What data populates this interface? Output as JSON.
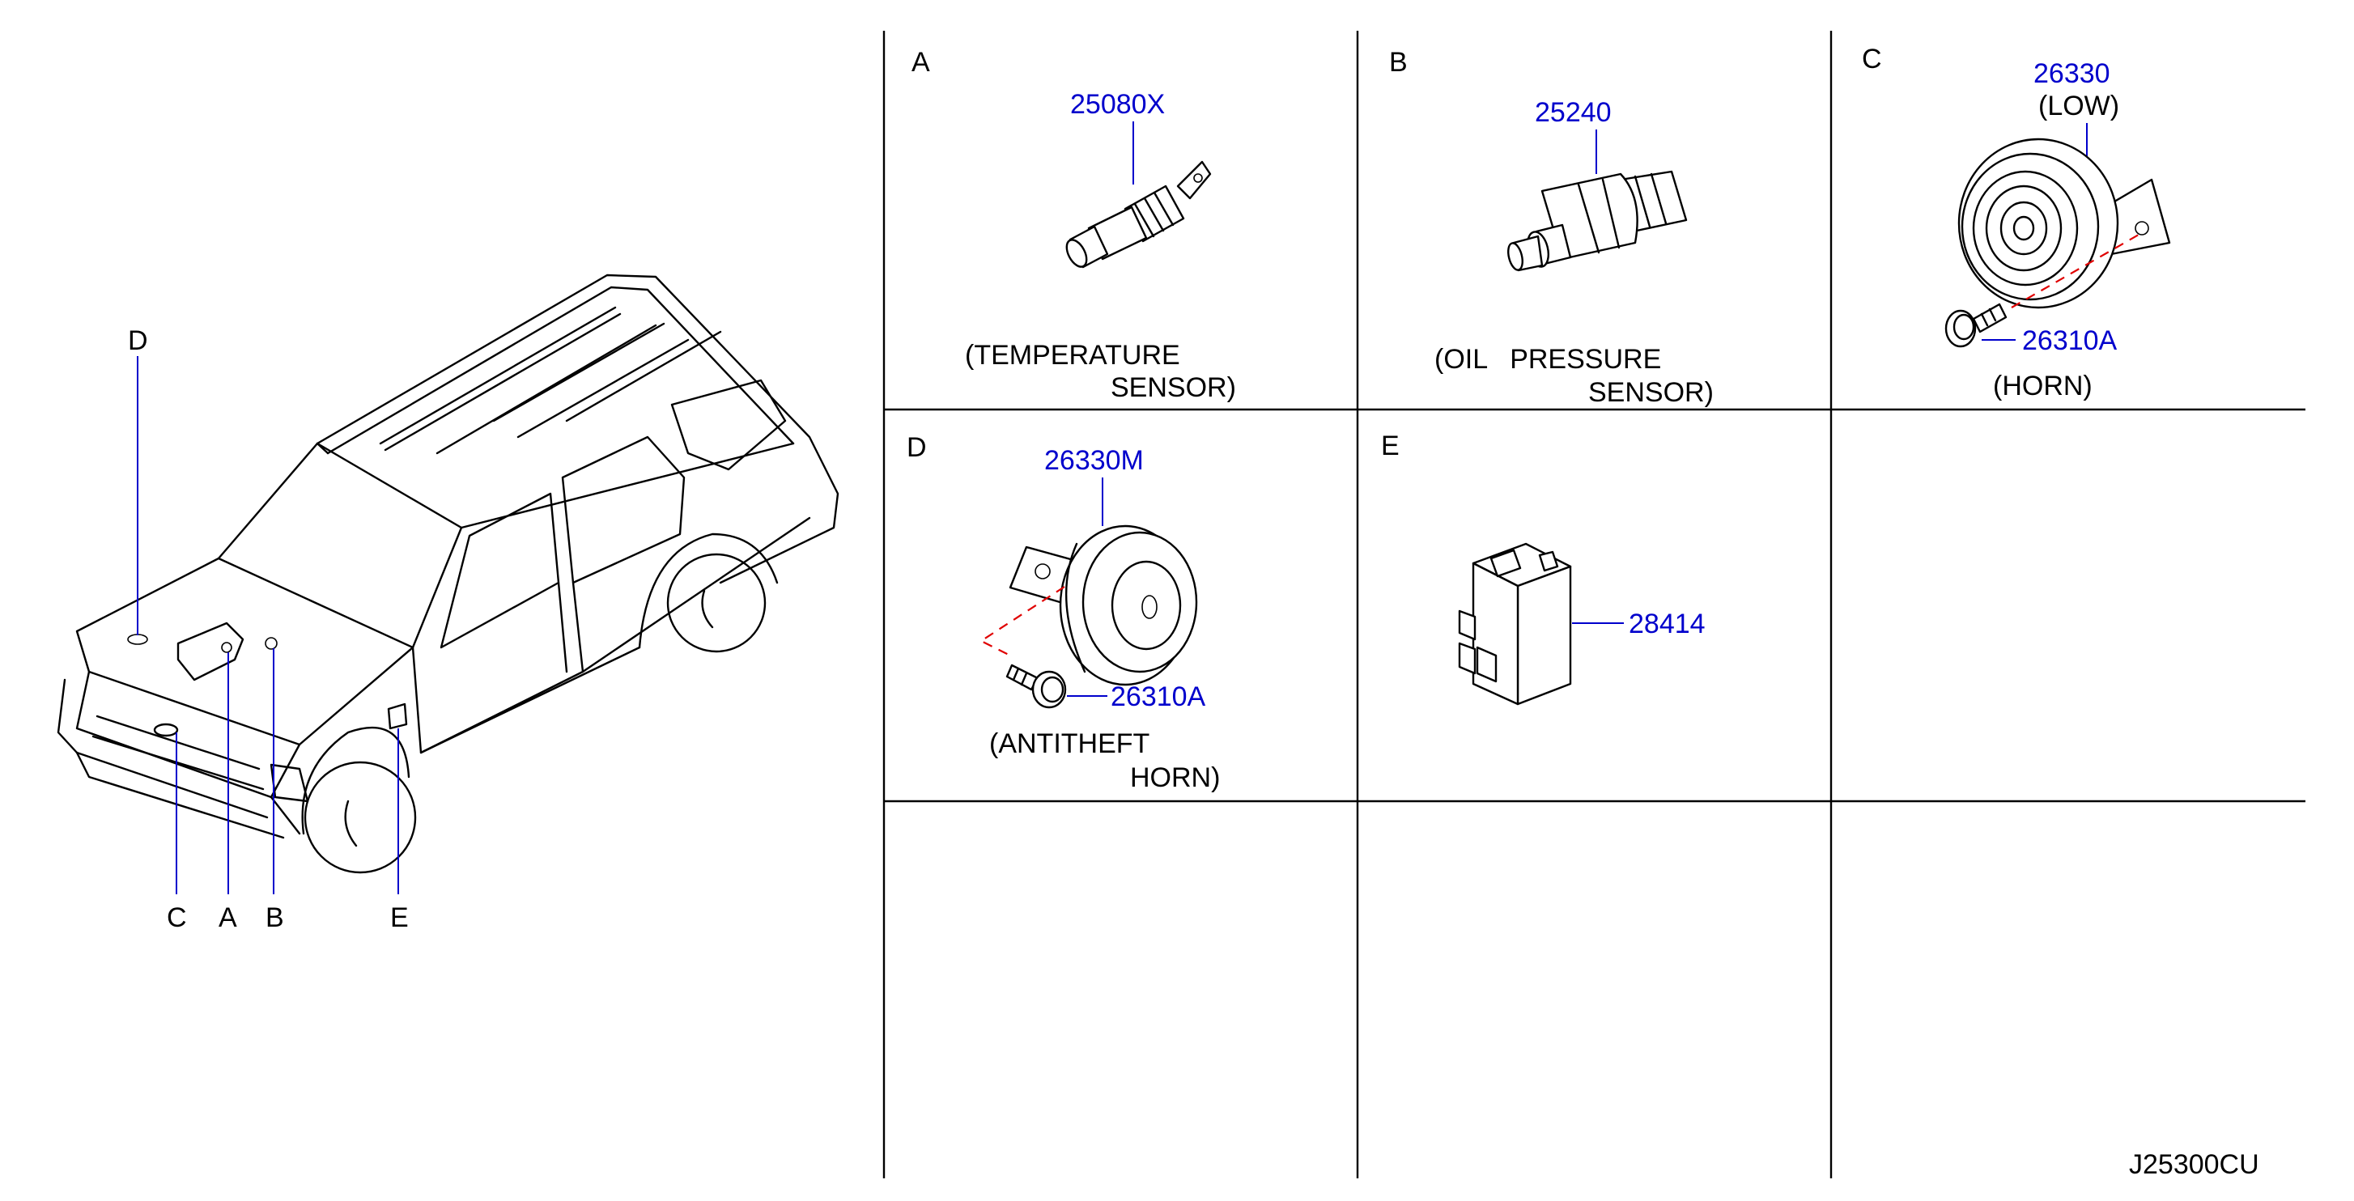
{
  "callouts": {
    "A": "A",
    "B": "B",
    "C": "C",
    "D": "D",
    "E": "E"
  },
  "panels": {
    "A": {
      "letter": "A",
      "part_number": "25080X",
      "caption_line1": "(TEMPERATURE",
      "caption_line2": "SENSOR)"
    },
    "B": {
      "letter": "B",
      "part_number": "25240",
      "caption_line1": "(OIL   PRESSURE",
      "caption_line2": "SENSOR)"
    },
    "C": {
      "letter": "C",
      "part_number": "26330",
      "part_note": "(LOW)",
      "bolt_part_number": "26310A",
      "caption": "(HORN)"
    },
    "D": {
      "letter": "D",
      "part_number": "26330M",
      "bolt_part_number": "26310A",
      "caption_line1": "(ANTITHEFT",
      "caption_line2": "HORN)"
    },
    "E": {
      "letter": "E",
      "part_number": "28414"
    }
  },
  "diagram_code": "J25300CU",
  "colors": {
    "part_number": "#0000cc",
    "dashed_guide": "#e00000",
    "line": "#000000"
  }
}
